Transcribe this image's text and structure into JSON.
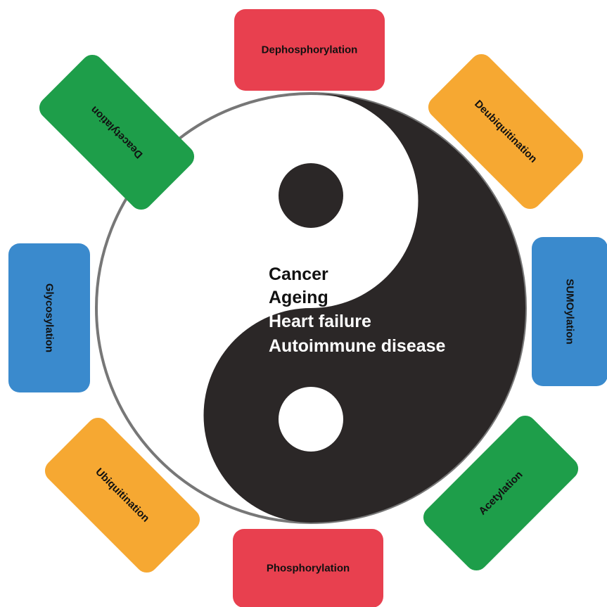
{
  "diagram": {
    "center_lines": [
      "Cancer",
      "Ageing",
      "Heart failure",
      "Autoimmune disease"
    ],
    "center_colors": [
      "#111111",
      "#111111",
      "#ffffff",
      "#ffffff"
    ],
    "modifications": [
      {
        "id": "dephosphorylation",
        "label": "Dephosphorylation",
        "color": "#E8404F"
      },
      {
        "id": "deubiquitination",
        "label": "Deubiquitination",
        "color": "#F6A832"
      },
      {
        "id": "sumoylation",
        "label": "SUMOylation",
        "color": "#3A8ACD"
      },
      {
        "id": "acetylation",
        "label": "Acetylation",
        "color": "#1E9E4A"
      },
      {
        "id": "phosphorylation",
        "label": "Phosphorylation",
        "color": "#E8404F"
      },
      {
        "id": "ubiquitination",
        "label": "Ubiquitination",
        "color": "#F6A832"
      },
      {
        "id": "glycosylation",
        "label": "Glycosylation",
        "color": "#3A8ACD"
      },
      {
        "id": "deacetylation",
        "label": "Deacetylation",
        "color": "#1E9E4A"
      }
    ],
    "yin_color": "#2b2727",
    "yang_color": "#ffffff",
    "outline_color": "#777777"
  }
}
